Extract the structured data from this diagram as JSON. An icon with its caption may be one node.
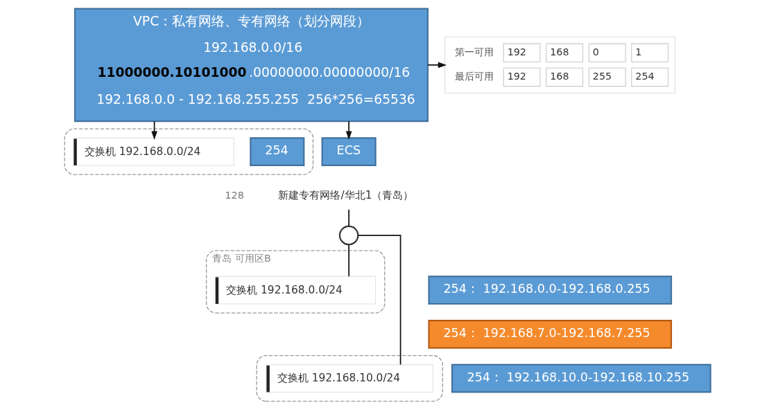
{
  "diagram": {
    "nodes": [
      {
        "text": [
          "VPC：私有网络、专有网络（划分网段）",
          "192.168.0.0/16",
          "**11000000.10101000**.00000000.00000000/16",
          "192.168.0.0 - 192.168.255.255  256*256=65536"
        ]
      },
      {
        "text": [
          "第一可用",
          "192",
          "168",
          "0",
          "1",
          "最后可用",
          "192",
          "168",
          "255",
          "254"
        ]
      },
      {
        "text": [],
        "shape": "box"
      },
      {
        "text": [
          "交换机 192.168.0.0/24"
        ],
        "in": 2
      },
      {
        "text": [
          "254"
        ],
        "in": 2
      },
      {
        "text": [
          "ECS"
        ]
      },
      {
        "text": [
          "新建专有网络/华北1（青岛）"
        ]
      },
      {
        "text": [],
        "shape": "circle"
      },
      {
        "text": [
          "青岛 可用区B"
        ]
      },
      {
        "text": [
          "交换机 192.168.0.0/24"
        ],
        "in": 8
      },
      {
        "text": [
          "254： 192.168.0.0-192.168.0.255"
        ]
      },
      {
        "text": [
          "254： 192.168.7.0-192.168.7.255"
        ]
      },
      {
        "text": [],
        "shape": "box"
      },
      {
        "text": [
          "交换机 192.168.10.0/24"
        ],
        "in": 12
      },
      {
        "text": [
          "254： 192.168.10.0-192.168.10.255"
        ]
      }
    ],
    "edges": [
      {
        "from": 0,
        "to": 1,
        "arrow": "to"
      },
      {
        "from": 0,
        "to": 5,
        "arrow": "to"
      },
      {
        "from": 0,
        "to": 3,
        "arrow": "to"
      },
      {
        "from": 6,
        "to": 7,
        "arrow": "none"
      },
      {
        "from": 7,
        "to": 9,
        "arrow": "none"
      },
      {
        "from": 7,
        "to": 13,
        "arrow": "none"
      }
    ],
    "labels": [
      "128"
    ]
  }
}
